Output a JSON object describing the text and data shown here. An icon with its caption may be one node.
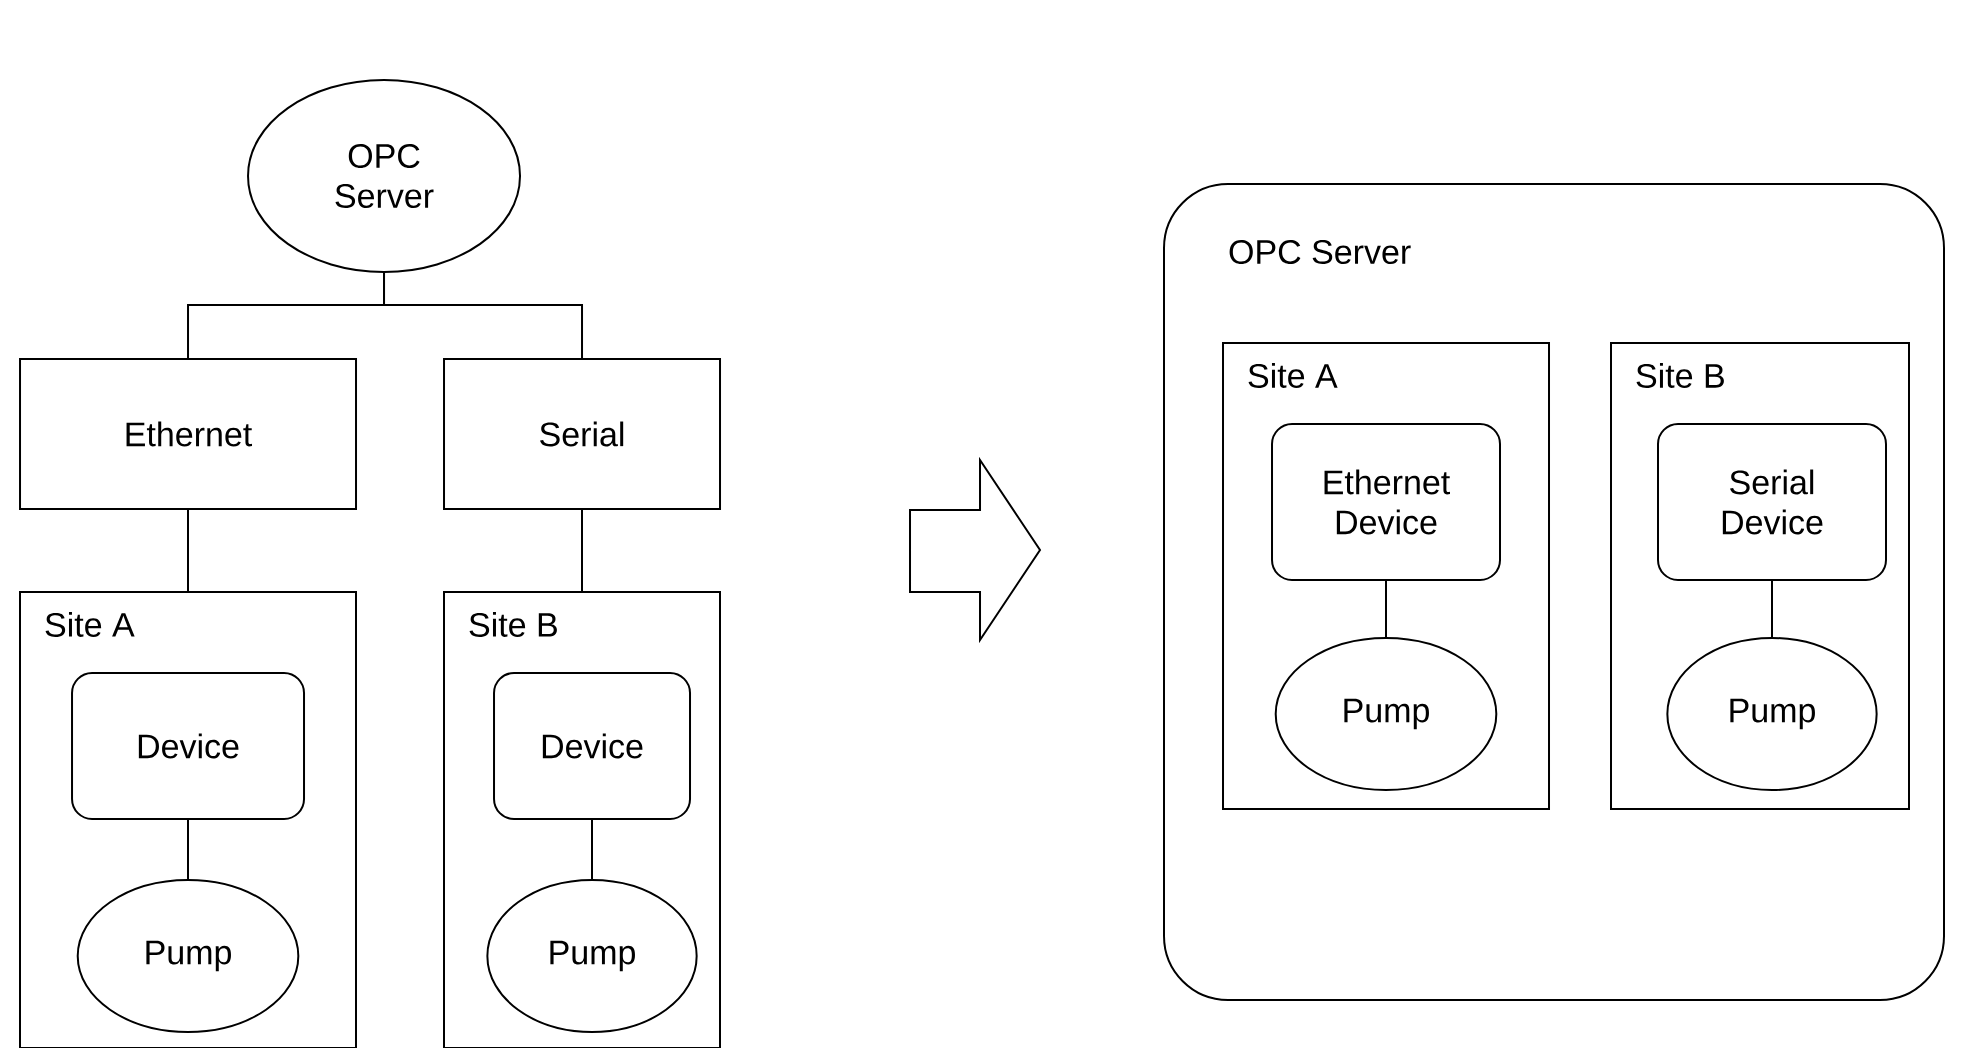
{
  "diagram": {
    "nodes": [
      {
        "text": [
          "OPC Server"
        ]
      },
      {
        "text": [
          "Ethernet"
        ]
      },
      {
        "text": [
          "Serial"
        ]
      },
      {
        "text": [
          "Site A"
        ]
      },
      {
        "text": [
          "Device"
        ],
        "in": 3
      },
      {
        "text": [
          "Pump"
        ],
        "in": 3
      },
      {
        "text": [
          "Site B"
        ]
      },
      {
        "text": [
          "Device"
        ],
        "in": 6
      },
      {
        "text": [
          "Pump"
        ],
        "in": 6
      },
      {
        "text": [
          "OPC Server"
        ]
      },
      {
        "text": [
          "Site A"
        ],
        "in": 9
      },
      {
        "text": [
          "Ethernet Device"
        ],
        "in": 10
      },
      {
        "text": [
          "Pump"
        ],
        "in": 10
      },
      {
        "text": [
          "Site B"
        ],
        "in": 9
      },
      {
        "text": [
          "Serial Device"
        ],
        "in": 13
      },
      {
        "text": [
          "Pump"
        ],
        "in": 13
      }
    ],
    "edges": [
      {
        "from": 0,
        "to": 1,
        "arrow": "none"
      },
      {
        "from": 0,
        "to": 2,
        "arrow": "none"
      },
      {
        "from": 1,
        "to": 3,
        "arrow": "none"
      },
      {
        "from": 2,
        "to": 6,
        "arrow": "none"
      },
      {
        "from": 4,
        "to": 5,
        "arrow": "none"
      },
      {
        "from": 7,
        "to": 8,
        "arrow": "none"
      },
      {
        "from": 11,
        "to": 12,
        "arrow": "none"
      },
      {
        "from": 14,
        "to": 15,
        "arrow": "none"
      }
    ]
  }
}
